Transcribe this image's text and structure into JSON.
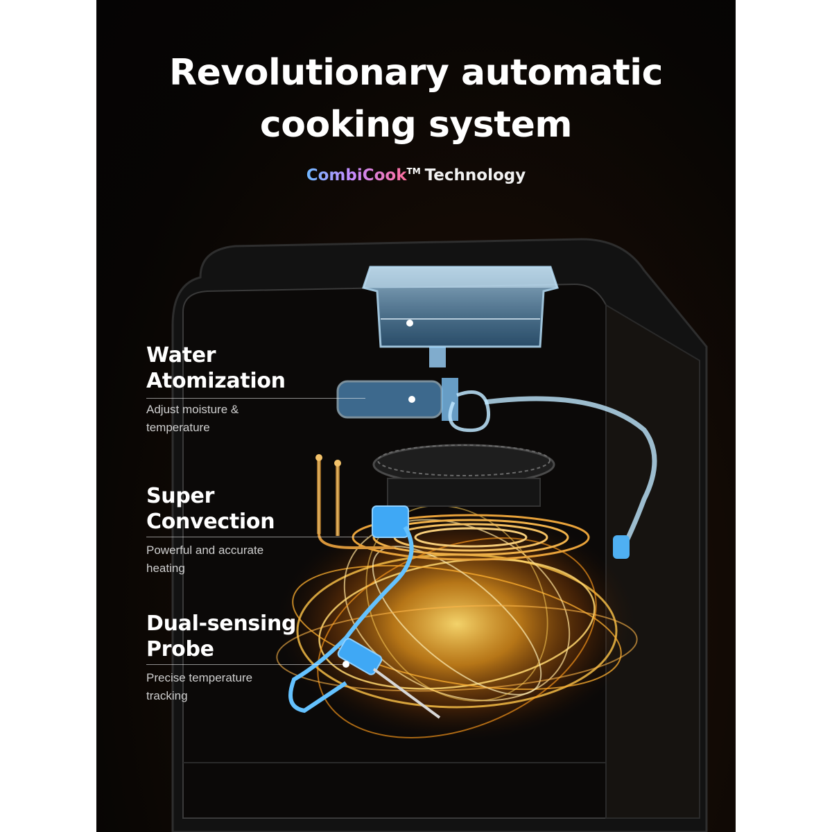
{
  "header": {
    "title_line1": "Revolutionary automatic",
    "title_line2": "cooking system",
    "brand_name": "CombiCook",
    "brand_mark": "TM",
    "brand_suffix": "Technology"
  },
  "features": [
    {
      "title_line1": "Water",
      "title_line2": "Atomization",
      "desc_line1": "Adjust moisture &",
      "desc_line2": "temperature"
    },
    {
      "title_line1": "Super",
      "title_line2": "Convection",
      "desc_line1": "Powerful and accurate",
      "desc_line2": "heating"
    },
    {
      "title_line1": "Dual-sensing",
      "title_line2": "Probe",
      "desc_line1": "Precise temperature",
      "desc_line2": "tracking"
    }
  ],
  "colors": {
    "background": "#070504",
    "water_blue": "#7cc6ff",
    "heat_orange": "#ffb030",
    "probe_blue": "#3fa8f5"
  },
  "icons": [
    "water-tank-icon",
    "atomizer-nozzle-icon",
    "convection-fan-icon",
    "heating-coil-icon",
    "temperature-probe-icon"
  ]
}
